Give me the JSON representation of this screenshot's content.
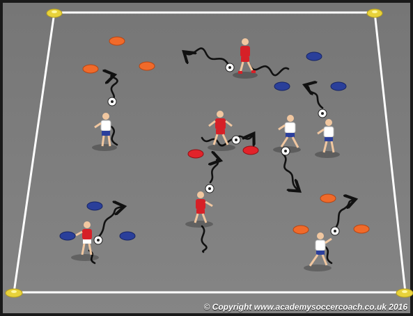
{
  "footer": {
    "copyright": "© Copyright www.academysoccercoach.co.uk 2016"
  },
  "colors": {
    "pitch": "#7c7c7c",
    "lines": "#ffffff",
    "corner_cone": "#f2e04a",
    "cone_orange": "#f06a2a",
    "cone_blue": "#2a3f9a",
    "cone_red": "#e2232a",
    "team_red": "#d62027",
    "team_white": "#ffffff",
    "shorts_blue": "#2b3f9c",
    "arrow": "#111111"
  },
  "icons": {
    "corner_marker": "yellow-disc-cone",
    "marker_cone": "flat-disc-cone",
    "ball": "soccer-ball",
    "player": "player-figure",
    "path": "dribble-path-arrow"
  }
}
